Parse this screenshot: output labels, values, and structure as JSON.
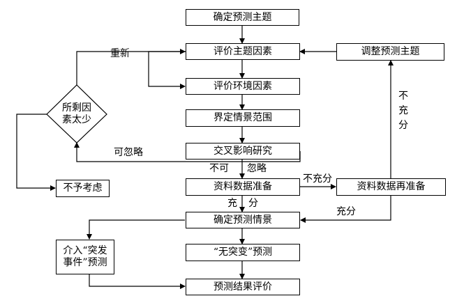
{
  "nodes": {
    "determine_topic": "确定预测主题",
    "evaluate_topic_factors": "评价主题因素",
    "adjust_topic": "调整预测主题",
    "evaluate_env_factors": "评价环境因素",
    "define_scenario_scope": "界定情景范围",
    "remaining_factors_line1": "所剩因",
    "remaining_factors_line2": "素太少",
    "cross_impact": "交叉影响研究",
    "not_considered": "不予考虑",
    "data_prep": "资料数据准备",
    "data_reprep": "资料数据再准备",
    "determine_scenario": "确定预测情景",
    "insert_event_line1": "介入“突发",
    "insert_event_line2": "事件”预测",
    "no_mutation": "“无突变”预测",
    "evaluate_results": "预测结果评价"
  },
  "edge_labels": {
    "restart": "重新",
    "negligible": "可忽略",
    "not_negligible_1": "不可",
    "not_negligible_2": "忽略",
    "insufficient_h": "不充分",
    "insufficient_v_1": "不",
    "insufficient_v_2": "充",
    "insufficient_v_3": "分",
    "sufficient_right": "充分",
    "sufficient_left_1": "充",
    "sufficient_left_2": "分"
  }
}
